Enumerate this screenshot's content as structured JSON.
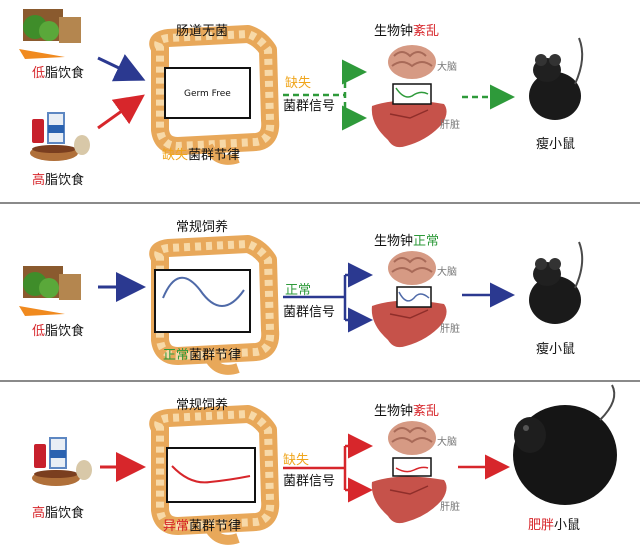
{
  "colors": {
    "blue": "#2b3990",
    "red": "#d7262b",
    "green": "#2e9a3a",
    "orange": "#f0a51b",
    "divider": "#8a8a8a"
  },
  "panels": [
    {
      "diet": {
        "red": "",
        "black": "",
        "lowfat_red": "低",
        "lowfat_black": "脂饮食"
      },
      "diet2": {
        "red": "高",
        "black": "脂饮食"
      },
      "gut_title": "肠道无菌",
      "box_text": "Germ Free",
      "rhythm": {
        "colored": "缺失",
        "black": "菌群节律"
      },
      "signal": {
        "colored": "缺失",
        "black": "菌群信号"
      },
      "clock": {
        "black": "生物钟",
        "colored": "紊乱"
      },
      "brain_label": "大脑",
      "liver_label": "肝脏",
      "mouse": {
        "colored": "",
        "black": "瘦小鼠"
      }
    },
    {
      "diet": {
        "lowfat_red": "低",
        "lowfat_black": "脂饮食"
      },
      "gut_title": "常规饲养",
      "rhythm": {
        "colored": "正常",
        "black": "菌群节律"
      },
      "signal": {
        "colored": "正常",
        "black": "菌群信号"
      },
      "clock": {
        "black": "生物钟",
        "colored": "正常"
      },
      "brain_label": "大脑",
      "liver_label": "肝脏",
      "mouse": {
        "colored": "",
        "black": "瘦小鼠"
      }
    },
    {
      "diet": {
        "red": "高",
        "black": "脂饮食"
      },
      "gut_title": "常规饲养",
      "rhythm": {
        "colored": "异常",
        "black": "菌群节律"
      },
      "signal": {
        "colored": "缺失",
        "black": "菌群信号"
      },
      "clock": {
        "black": "生物钟",
        "colored": "紊乱"
      },
      "brain_label": "大脑",
      "liver_label": "肝脏",
      "mouse": {
        "colored": "肥胖",
        "black": "小鼠"
      }
    }
  ]
}
